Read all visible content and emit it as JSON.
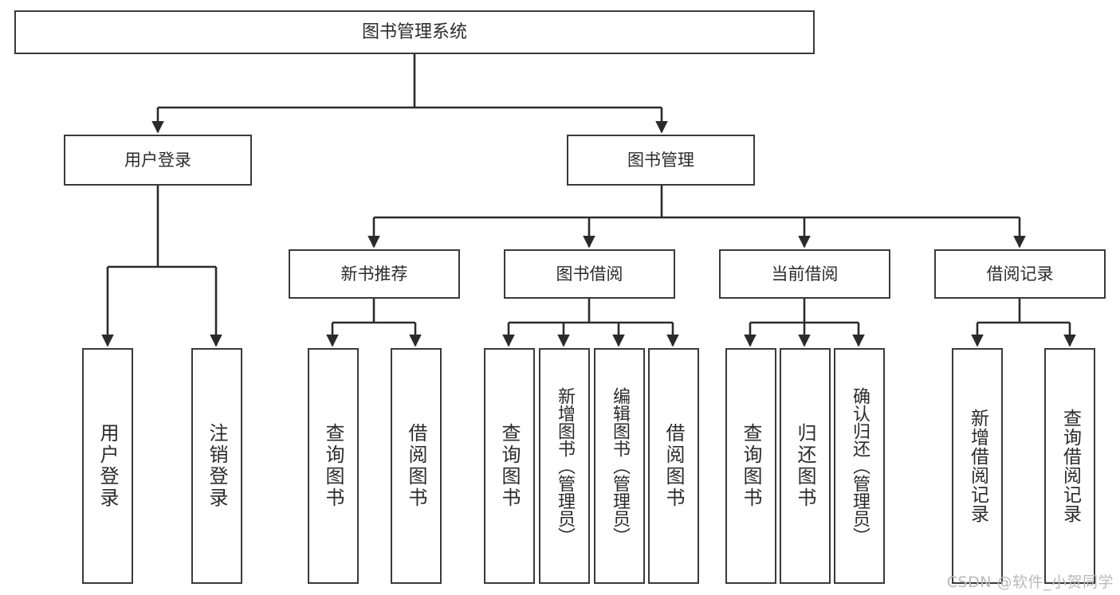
{
  "diagram": {
    "title": "图书管理系统",
    "type": "tree-hierarchy",
    "colors": {
      "node_border": "#3a3a3a",
      "node_fill": "#ffffff",
      "edge": "#2b2b2b",
      "text": "#2b2b2b",
      "watermark": "#b9b9b9",
      "background": "#ffffff"
    },
    "root": {
      "label": "图书管理系统"
    },
    "level2": [
      {
        "label": "用户登录"
      },
      {
        "label": "图书管理"
      }
    ],
    "level3": [
      {
        "label": "新书推荐"
      },
      {
        "label": "图书借阅"
      },
      {
        "label": "当前借阅"
      },
      {
        "label": "借阅记录"
      }
    ],
    "leaves": {
      "user_login": [
        {
          "label": "用户登录"
        },
        {
          "label": "注销登录"
        }
      ],
      "new_book": [
        {
          "label": "查询图书"
        },
        {
          "label": "借阅图书"
        }
      ],
      "book_borrow": [
        {
          "label": "查询图书"
        },
        {
          "label": "新增图书（管理员）"
        },
        {
          "label": "编辑图书（管理员）"
        },
        {
          "label": "借阅图书"
        }
      ],
      "current_borrow": [
        {
          "label": "查询图书"
        },
        {
          "label": "归还图书"
        },
        {
          "label": "确认归还（管理员）"
        }
      ],
      "borrow_record": [
        {
          "label": "新增借阅记录"
        },
        {
          "label": "查询借阅记录"
        }
      ]
    }
  },
  "watermark": {
    "text": "CSDN @软件_小贺同学"
  }
}
